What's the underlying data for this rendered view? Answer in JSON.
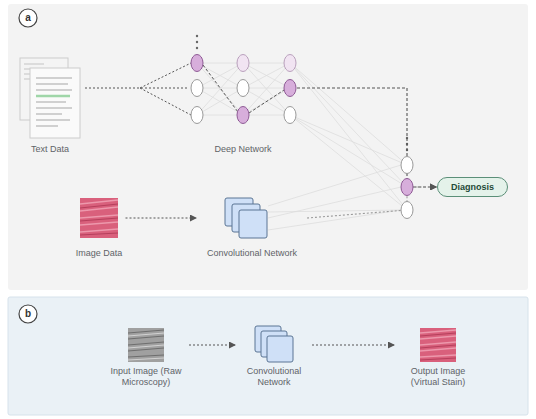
{
  "diagram": {
    "nodes": [
      {
        "text": [
          "Text Data"
        ]
      },
      {
        "text": [
          "Deep Network"
        ]
      },
      {
        "text": [
          "Diagnosis"
        ]
      },
      {
        "text": [
          "Image Data"
        ]
      },
      {
        "text": [
          "Convolutional Network"
        ]
      },
      {
        "text": [
          "Input Image (Raw Microscopy)"
        ]
      },
      {
        "text": [
          "Convolutional Network"
        ]
      },
      {
        "text": [
          "Output Image (Virtual Stain)"
        ]
      }
    ],
    "edges": [
      {
        "from": 0,
        "to": 1,
        "arrow": "none"
      },
      {
        "from": 1,
        "to": 2,
        "arrow": "to"
      },
      {
        "from": 3,
        "to": 4,
        "arrow": "to"
      },
      {
        "from": 4,
        "to": 2,
        "arrow": "to"
      },
      {
        "from": 5,
        "to": 6,
        "arrow": "to"
      },
      {
        "from": 6,
        "to": 7,
        "arrow": "to"
      }
    ],
    "labels": [
      "a",
      "b"
    ]
  }
}
